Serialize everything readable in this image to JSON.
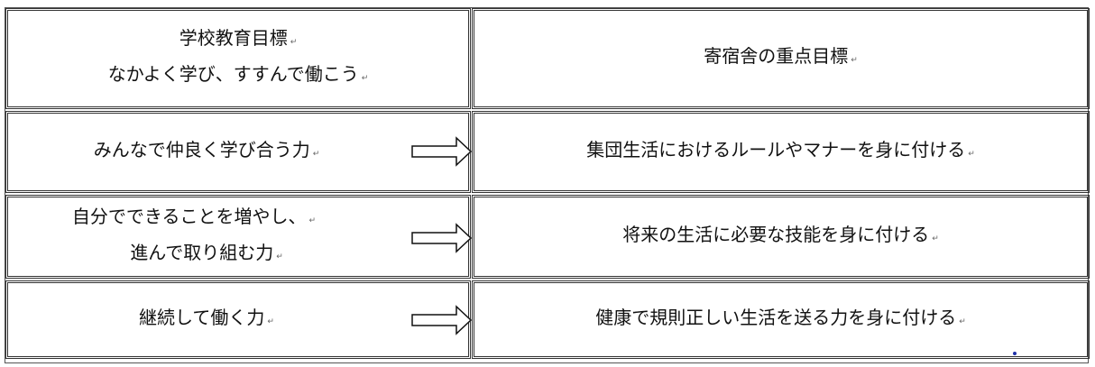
{
  "header": {
    "left_lines": [
      "学校教育目標",
      "なかよく学び、すすんで働こう"
    ],
    "right": "寄宿舎の重点目標"
  },
  "rows": [
    {
      "left_lines": [
        "みんなで仲良く学び合う力"
      ],
      "right": "集団生活におけるルールやマナーを身に付ける"
    },
    {
      "left_lines": [
        "自分でできることを増やし、",
        "進んで取り組む力"
      ],
      "right": "将来の生活に必要な技能を身に付ける"
    },
    {
      "left_lines": [
        "継続して働く力"
      ],
      "right": "健康で規則正しい生活を送る力を身に付ける"
    }
  ],
  "marks": {
    "paragraph_mark": "↵"
  },
  "icons": {
    "arrow": "right-outline-arrow-icon"
  }
}
